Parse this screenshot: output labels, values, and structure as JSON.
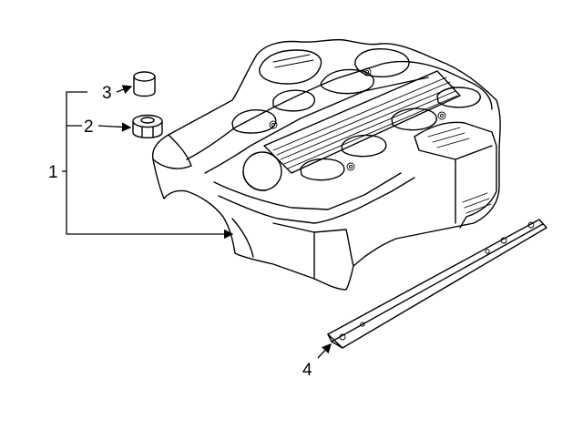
{
  "callouts": {
    "c1": "1",
    "c2": "2",
    "c3": "3",
    "c4": "4"
  },
  "parts": [
    {
      "number": "1",
      "description": "engine-cover-icon"
    },
    {
      "number": "2",
      "description": "grommet-nut-icon"
    },
    {
      "number": "3",
      "description": "rubber-bushing-icon"
    },
    {
      "number": "4",
      "description": "support-bracket-icon"
    }
  ],
  "colors": {
    "line": "#000000",
    "background": "#ffffff"
  }
}
